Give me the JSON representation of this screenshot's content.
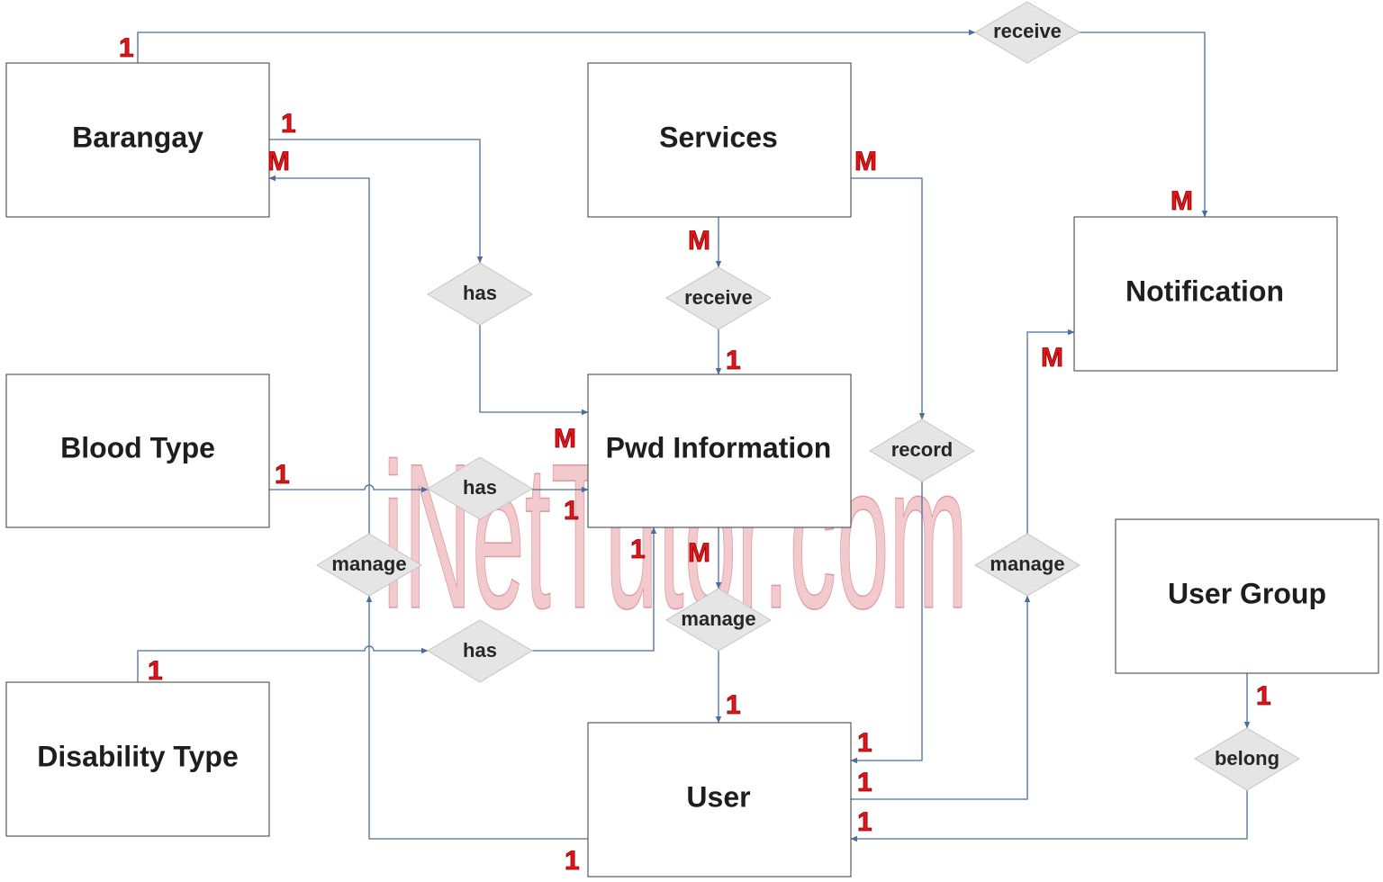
{
  "watermark": "iNetTutor.com",
  "entities": {
    "barangay": "Barangay",
    "services": "Services",
    "notification": "Notification",
    "blood_type": "Blood Type",
    "pwd_information": "Pwd Information",
    "user_group": "User Group",
    "disability_type": "Disability Type",
    "user": "User"
  },
  "relationships": {
    "receive_top": "receive",
    "has_barangay": "has",
    "receive_services": "receive",
    "record": "record",
    "has_blood": "has",
    "manage_left": "manage",
    "manage_center": "manage",
    "manage_right": "manage",
    "has_disability": "has",
    "belong": "belong"
  },
  "cardinalities": {
    "barangay_receive": "1",
    "notification_receive": "M",
    "barangay_has": "1",
    "barangay_manage": "M",
    "services_receive": "M",
    "pwd_receive": "1",
    "services_record": "M",
    "pwd_has_barangay": "M",
    "blood_has": "1",
    "pwd_has_blood": "1",
    "pwd_has_disability": "1",
    "pwd_manage": "M",
    "notification_manage": "M",
    "disability_has": "1",
    "user_manage_center": "1",
    "user_record": "1",
    "user_manage_right": "1",
    "user_belong": "1",
    "user_manage_left": "1",
    "usergroup_belong": "1"
  },
  "colors": {
    "connector": "#4a6e9e",
    "cardinality": "#e8141b",
    "relationship_fill": "#e5e5e5",
    "watermark": "#de707a"
  }
}
